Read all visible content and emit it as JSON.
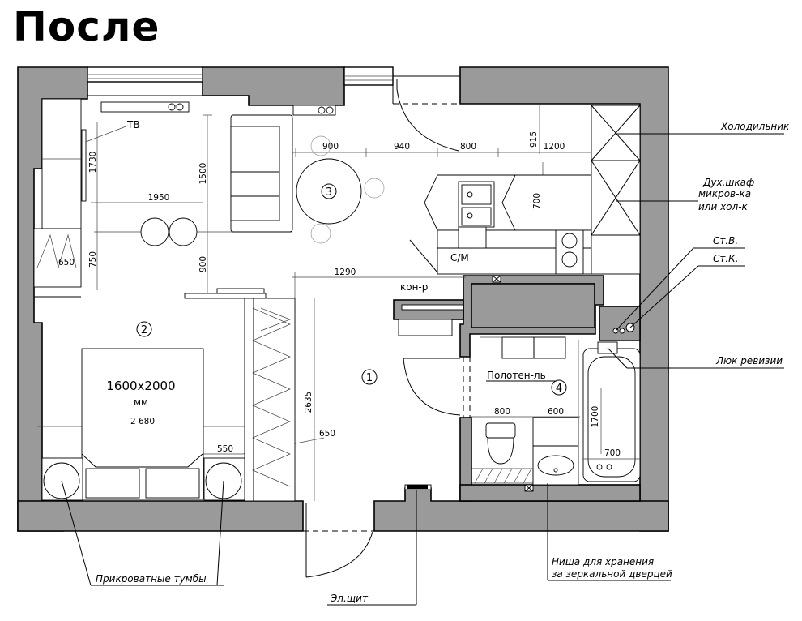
{
  "title": "После",
  "rooms": {
    "r1": "1",
    "r2": "2",
    "r3": "3",
    "r4": "4"
  },
  "bed": {
    "size": "1600x2000",
    "unit": "мм"
  },
  "labels": {
    "tv": "ТВ",
    "fridge": "Холодильник",
    "oven_line1": "Дух.шкаф",
    "oven_line2": "микров-ка",
    "oven_line3": "или хол-к",
    "cold_riser": "Ст.В.",
    "sewer_riser": "Ст.К.",
    "hatch": "Люк ревизии",
    "towel": "Полотен-ль",
    "niche_line1": "Ниша для хранения",
    "niche_line2": "за зеркальной дверцей",
    "panel": "Эл.щит",
    "nightstands": "Прикроватные тумбы",
    "washer": "С/М",
    "conditioner": "кон-р"
  },
  "dimensions": {
    "d1730": "1730",
    "d1500": "1500",
    "d1950": "1950",
    "d900a": "900",
    "d940": "940",
    "d800a": "800",
    "d915": "915",
    "d1200": "1200",
    "d700a": "700",
    "d650a": "650",
    "d750": "750",
    "d900b": "900",
    "d1290": "1290",
    "d2635": "2635",
    "d2680": "2 680",
    "d550": "550",
    "d650b": "650",
    "d800b": "800",
    "d600": "600",
    "d1700": "1700",
    "d700b": "700"
  }
}
